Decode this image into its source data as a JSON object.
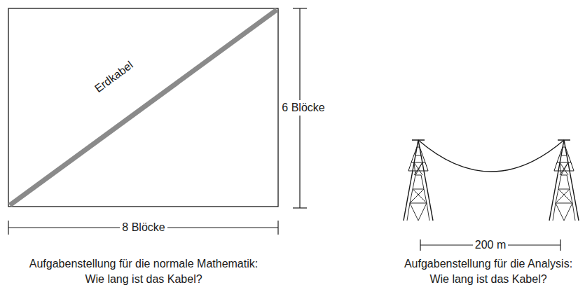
{
  "diagram": {
    "labels": [
      "Erdkabel",
      "6 Blöcke",
      "8 Blöcke",
      "200 m",
      "Aufgabenstellung für die normale Mathematik: Wie lang ist das Kabel?",
      "Aufgabenstellung für die Analysis: Wie lang ist das Kabel?"
    ]
  }
}
